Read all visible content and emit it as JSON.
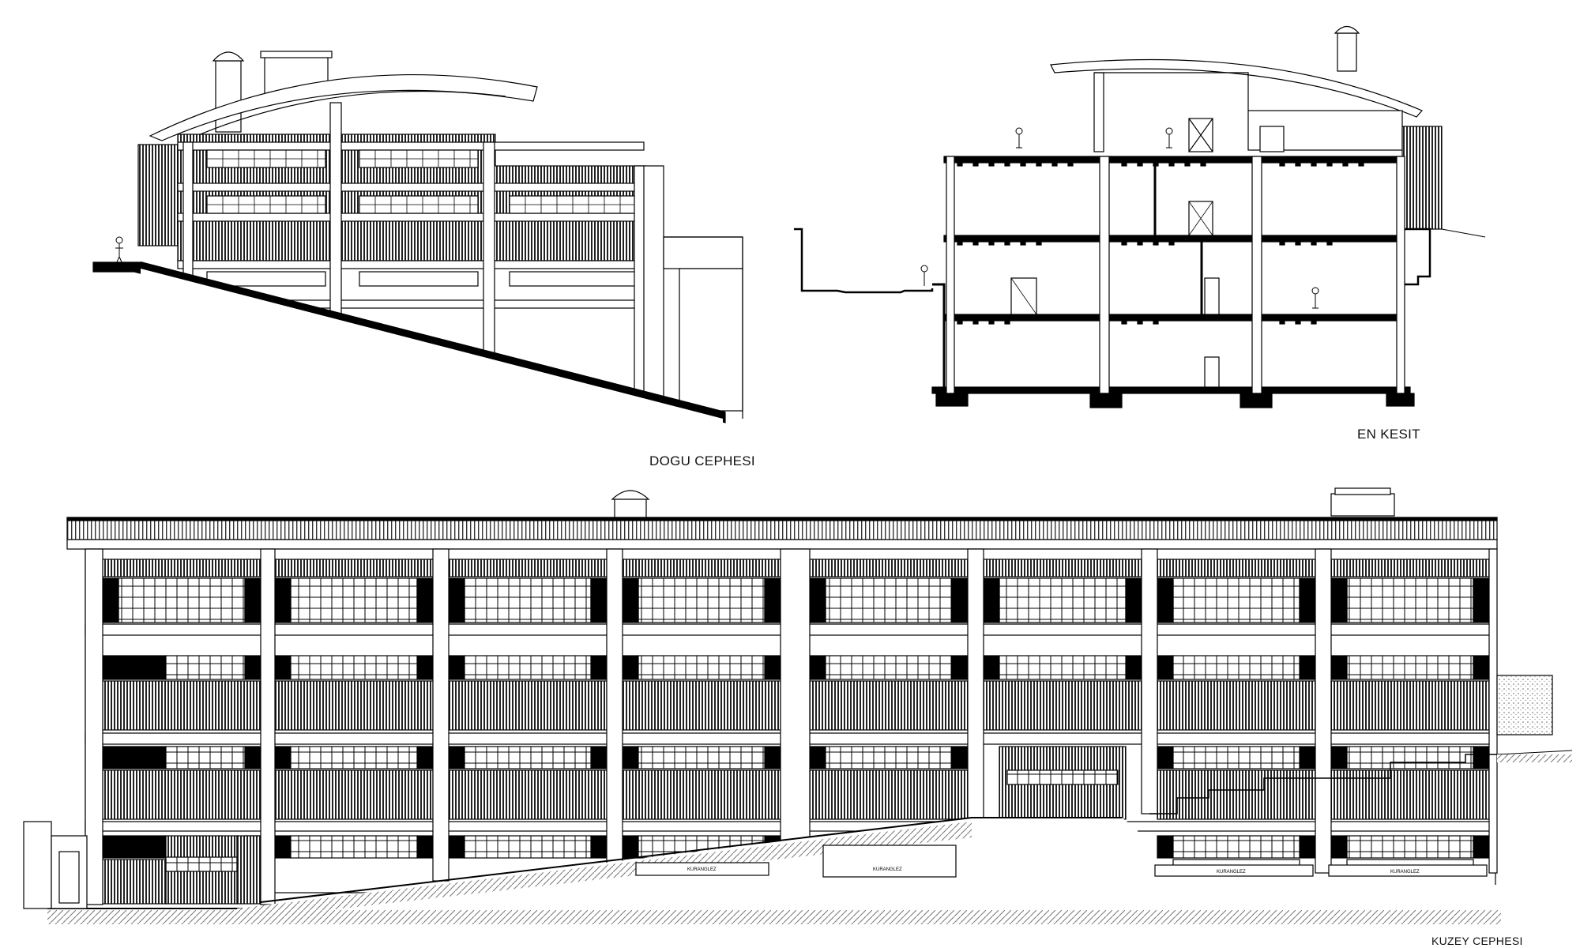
{
  "drawing": {
    "labels": {
      "east_elevation": "DOGU CEPHESI",
      "cross_section": "EN KESIT",
      "north_elevation": "KUZEY CEPHESI"
    },
    "small_text": {
      "window_tag": "KURANGLEZ"
    },
    "colors": {
      "ink": "#000000",
      "paper": "#ffffff",
      "hatch": "#222222"
    }
  }
}
